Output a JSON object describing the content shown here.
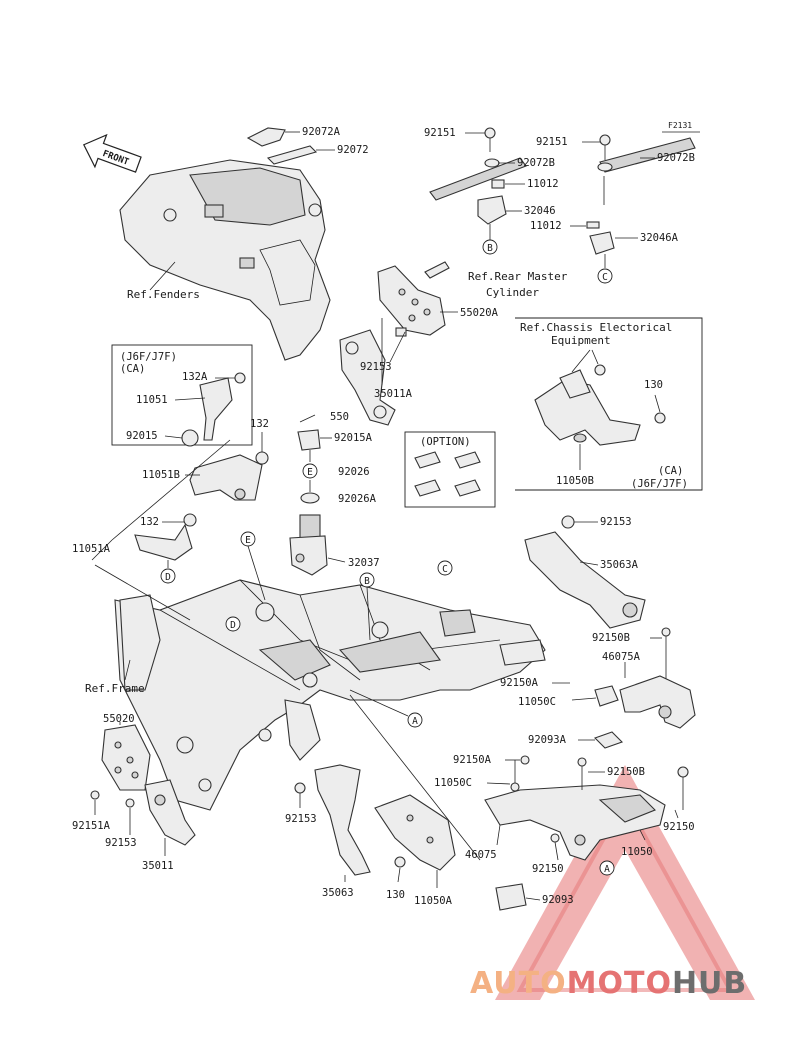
{
  "front_label": "FRONT",
  "figure_code": "F2131",
  "refs": {
    "fenders": "Ref.Fenders",
    "rear_master_1": "Ref.Rear Master",
    "rear_master_2": "Cylinder",
    "chassis_1": "Ref.Chassis Electorical",
    "chassis_2": "Equipment",
    "frame": "Ref.Frame"
  },
  "boxes": {
    "ca_title_1": "(J6F/J7F)",
    "ca_title_2": "(CA)",
    "option_title": "(OPTION)",
    "chassis_tag_1": "(CA)",
    "chassis_tag_2": "(J6F/J7F)"
  },
  "callouts": {
    "A": "A",
    "B": "B",
    "C": "C",
    "D": "D",
    "E": "E"
  },
  "parts": {
    "p92072A": "92072A",
    "p92072": "92072",
    "p92151_l": "92151",
    "p92072B_l": "92072B",
    "p11012_a": "11012",
    "p32046": "32046",
    "p92151_r": "92151",
    "p92072B_r": "92072B",
    "p11012_b": "11012",
    "p32046A": "32046A",
    "p55020A": "55020A",
    "p92153_a": "92153",
    "p35011A": "35011A",
    "p550": "550",
    "p92015A": "92015A",
    "p92026": "92026",
    "p92026A": "92026A",
    "p132A": "132A",
    "p11051": "11051",
    "p92015": "92015",
    "p132_a": "132",
    "p11051B": "11051B",
    "p132_b": "132",
    "p11051A": "11051A",
    "p32037": "32037",
    "p130_a": "130",
    "p11050B": "11050B",
    "p92153_b": "92153",
    "p35063A": "35063A",
    "p92150B_a": "92150B",
    "p46075A": "46075A",
    "p92150A_a": "92150A",
    "p11050C_a": "11050C",
    "p92093A": "92093A",
    "p92150A_b": "92150A",
    "p92150B_b": "92150B",
    "p11050C_b": "11050C",
    "p92150_a": "92150",
    "p46075": "46075",
    "p11050": "11050",
    "p92150_b": "92150",
    "p92093": "92093",
    "p55020": "55020",
    "p92151A": "92151A",
    "p92153_c": "92153",
    "p35011": "35011",
    "p92153_d": "92153",
    "p35063": "35063",
    "p130_b": "130",
    "p11050A": "11050A"
  },
  "watermark": {
    "part1": "AUTO",
    "part2": "MOTO",
    "part3": "HUB",
    "triangle_color": "#e57373",
    "auto_color": "#f4b183",
    "hub_color": "#6d6d6d"
  }
}
